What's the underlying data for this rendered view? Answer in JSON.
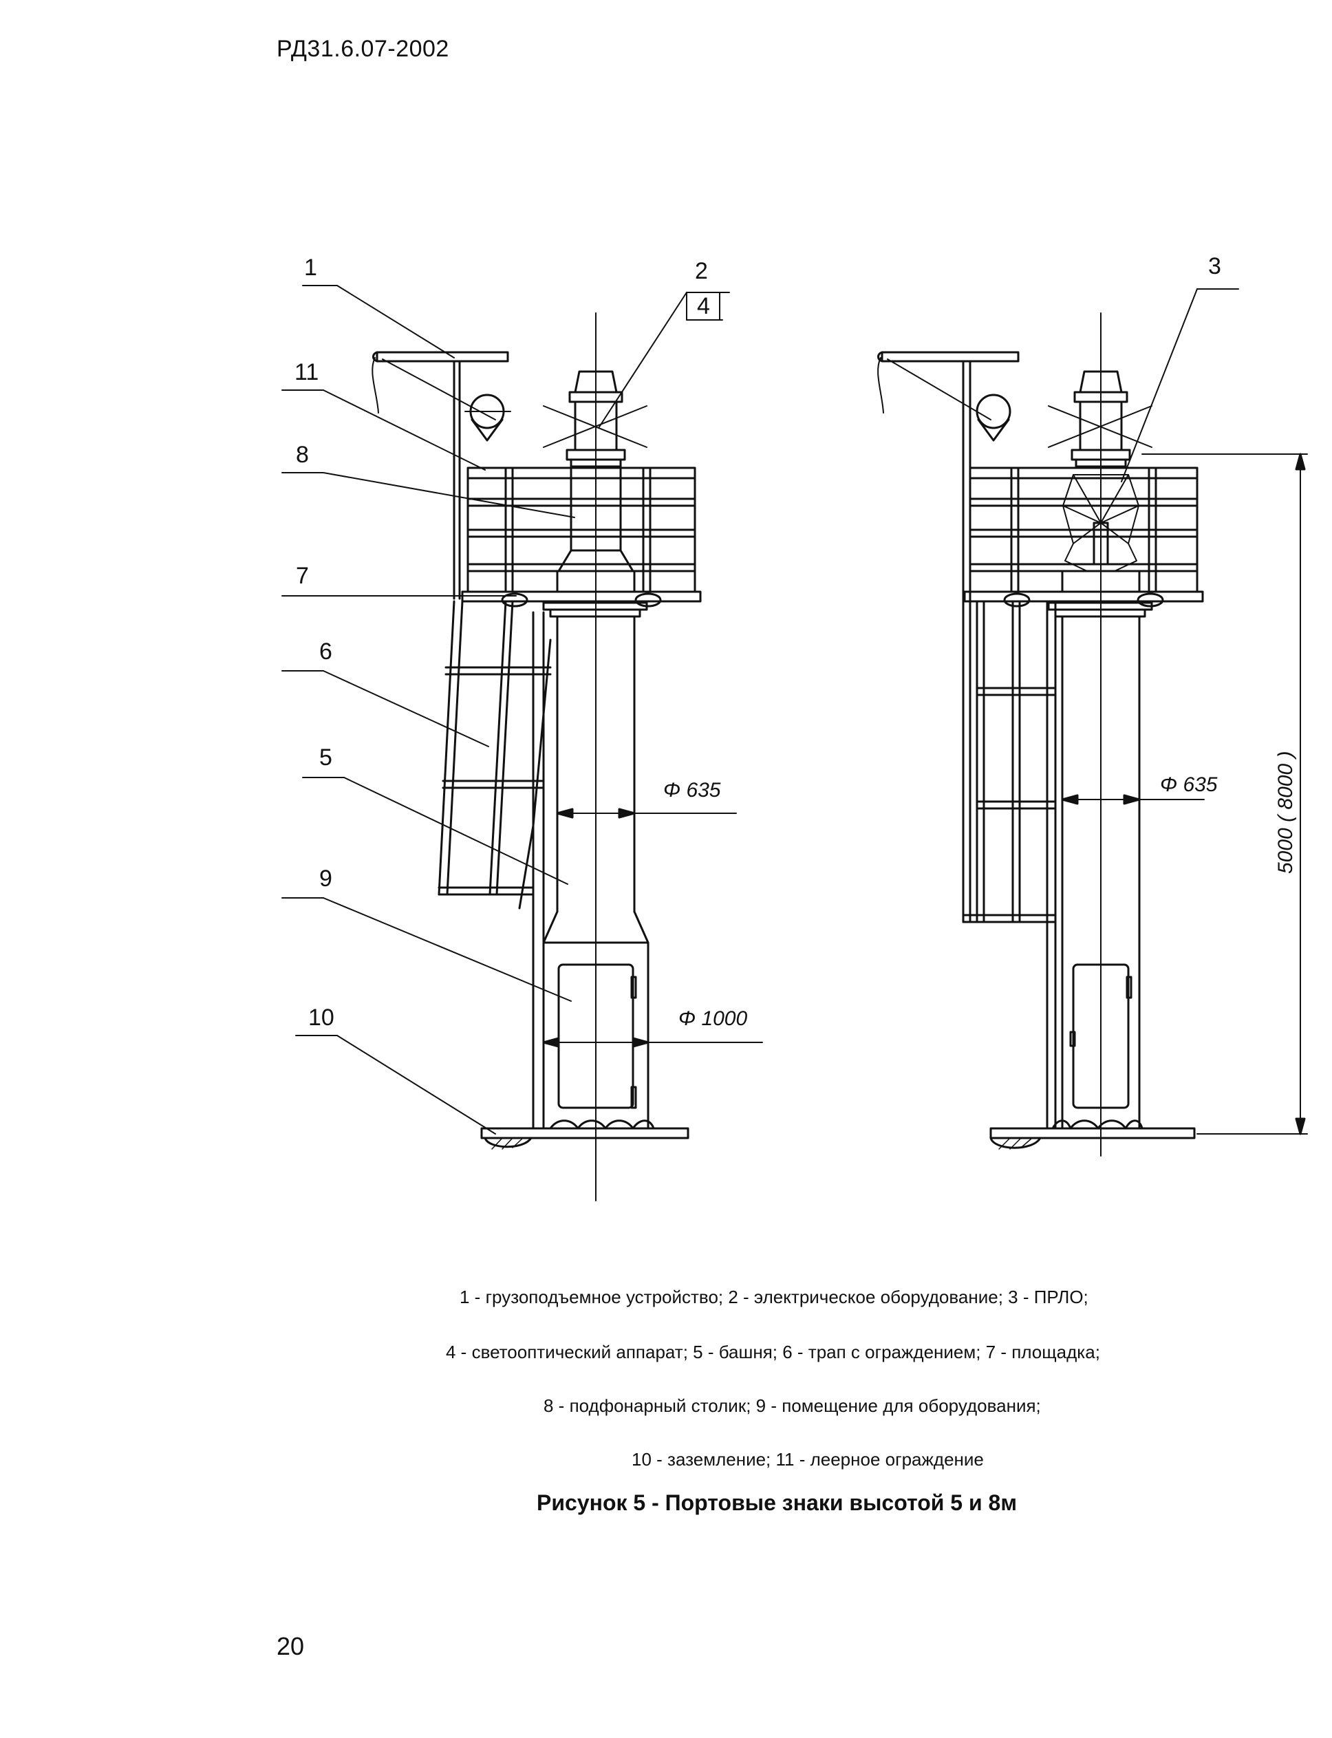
{
  "header": {
    "doc_code": "РД31.6.07-2002"
  },
  "drawing": {
    "callouts": [
      "1",
      "2",
      "4",
      "11",
      "8",
      "7",
      "6",
      "5",
      "9",
      "10",
      "3"
    ],
    "dimensions": {
      "tower_diameter": "Φ 635",
      "tower_diameter_right": "Φ 635",
      "base_diameter": "Φ 1000",
      "height": "5000 ( 8000 )"
    }
  },
  "legend": {
    "line1": "1 - грузоподъемное устройство; 2 - электрическое оборудование; 3 - ПРЛО;",
    "line2": "4 - светооптический аппарат; 5 - башня; 6 - трап с ограждением; 7 - площадка;",
    "line3": "8 - подфонарный столик; 9 - помещение для оборудования;",
    "line4": "10 - заземление; 11 - леерное ограждение"
  },
  "figure_title": "Рисунок 5 - Портовые знаки высотой 5 и 8м",
  "page_number": "20"
}
